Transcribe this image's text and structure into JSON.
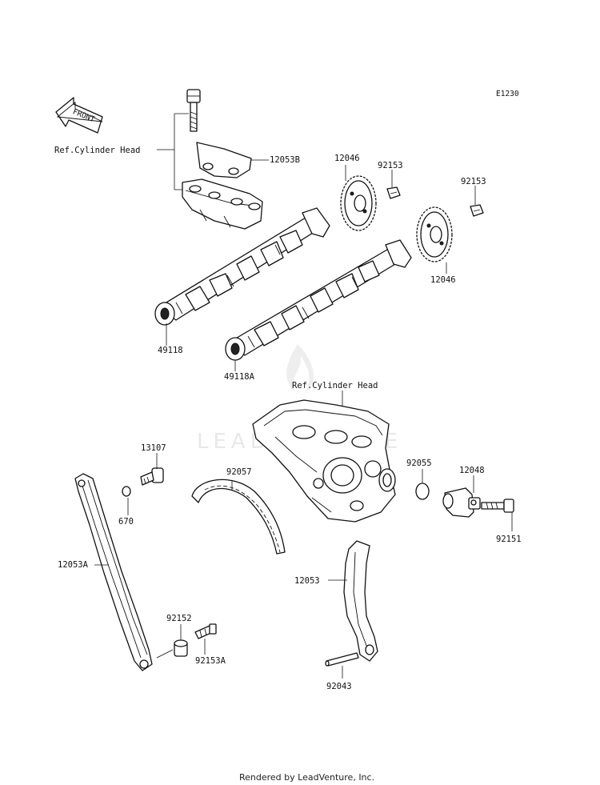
{
  "diagram_code": "E1230",
  "front_label": "FRONT",
  "watermark": "LEADVENTURE",
  "footer": "Rendered by LeadVenture, Inc.",
  "parts": [
    {
      "id": "ref-cyl-head-1",
      "label": "Ref.Cylinder Head"
    },
    {
      "id": "p-12053b",
      "label": "12053B"
    },
    {
      "id": "p-12046-a",
      "label": "12046"
    },
    {
      "id": "p-92153-a",
      "label": "92153"
    },
    {
      "id": "p-92153-b",
      "label": "92153"
    },
    {
      "id": "p-12046-b",
      "label": "12046"
    },
    {
      "id": "p-49118",
      "label": "49118"
    },
    {
      "id": "p-49118a",
      "label": "49118A"
    },
    {
      "id": "ref-cyl-head-2",
      "label": "Ref.Cylinder Head"
    },
    {
      "id": "p-13107",
      "label": "13107"
    },
    {
      "id": "p-92057",
      "label": "92057"
    },
    {
      "id": "p-92055",
      "label": "92055"
    },
    {
      "id": "p-12048",
      "label": "12048"
    },
    {
      "id": "p-670",
      "label": "670"
    },
    {
      "id": "p-92151",
      "label": "92151"
    },
    {
      "id": "p-12053a",
      "label": "12053A"
    },
    {
      "id": "p-12053",
      "label": "12053"
    },
    {
      "id": "p-92152",
      "label": "92152"
    },
    {
      "id": "p-92153a",
      "label": "92153A"
    },
    {
      "id": "p-92043",
      "label": "92043"
    }
  ]
}
